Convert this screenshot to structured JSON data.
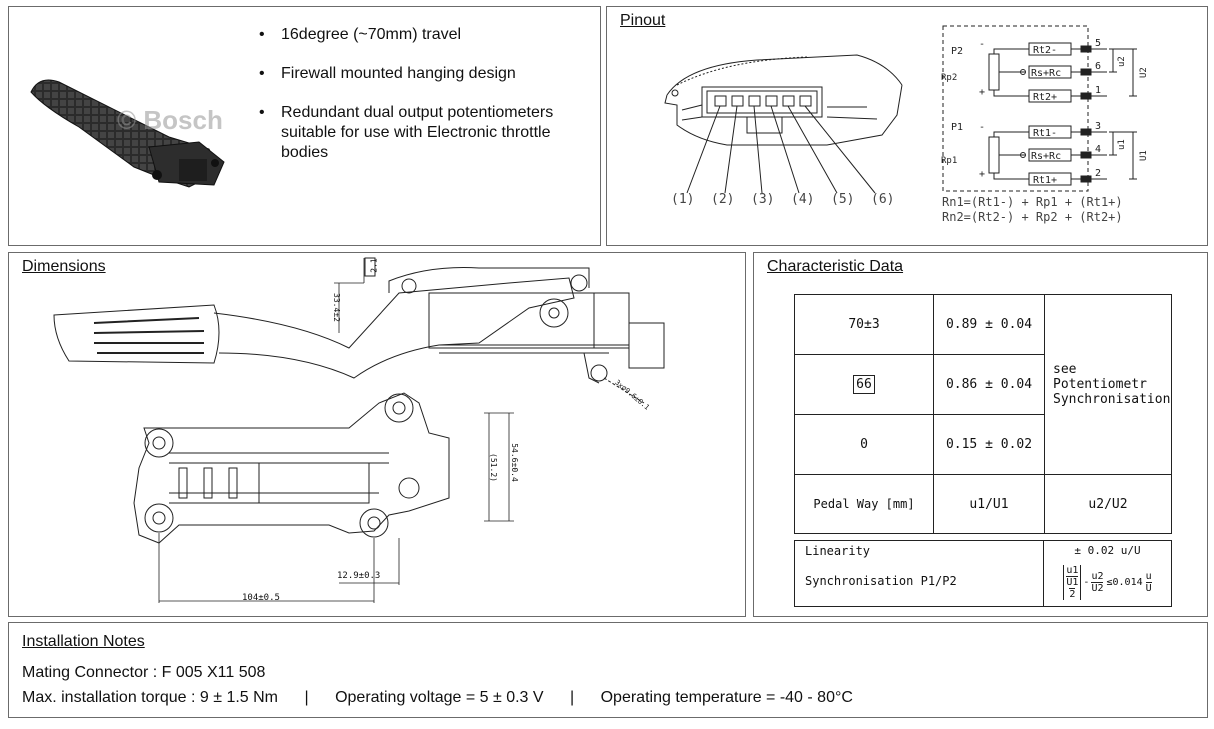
{
  "product": {
    "watermark": "© Bosch",
    "features": [
      "16degree (~70mm) travel",
      "Firewall mounted hanging design",
      "Redundant dual output potentiometers suitable for use with Electronic throttle bodies"
    ]
  },
  "pinout": {
    "title": "Pinout",
    "pins": [
      "(1)",
      "(2)",
      "(3)",
      "(4)",
      "(5)",
      "(6)"
    ],
    "circuit": {
      "p2_label": "P2",
      "p1_label": "P1",
      "rp2_label": "Rp2",
      "rp1_label": "Rp1",
      "resistors_p2": [
        "Rt2-",
        "Rs+Rc",
        "Rt2+"
      ],
      "resistors_p1": [
        "Rt1-",
        "Rs+Rc",
        "Rt1+"
      ],
      "pins_p2": [
        "5",
        "6",
        "1"
      ],
      "pins_p1": [
        "3",
        "4",
        "2"
      ],
      "u2": "u2",
      "U2": "U2",
      "u1": "u1",
      "U1": "U1",
      "minus": "-",
      "plus": "+"
    },
    "formula_1": "Rn1=(Rt1-) + Rp1 + (Rt1+)",
    "formula_2": "Rn2=(Rt2-) + Rp2 + (Rt2+)"
  },
  "dimensions": {
    "title": "Dimensions",
    "labels": {
      "d21": "2.1",
      "d334": "33.4±2",
      "d546": "54.6±0.4",
      "d512": "(51.2)",
      "d129": "12.9±0.3",
      "d104": "104±0.5",
      "dhole": "3x⌀9.6±0.1"
    }
  },
  "characteristic": {
    "title": "Characteristic Data",
    "rows": [
      {
        "way": "70±3",
        "value": "0.89 ± 0.04"
      },
      {
        "way": "66",
        "value": "0.86 ± 0.04"
      },
      {
        "way": "0",
        "value": "0.15 ± 0.02"
      }
    ],
    "sync_note_1": "see Potentiometr",
    "sync_note_2": "Synchronisation",
    "header_way": "Pedal Way [mm]",
    "header_u1": "u1/U1",
    "header_u2": "u2/U2",
    "linearity_label": "Linearity",
    "linearity_value": "± 0.02 u/U",
    "sync_label": "Synchronisation P1/P2",
    "sync_formula": {
      "u1": "u1",
      "U1": "U1",
      "u2": "u2",
      "U2": "U2",
      "two": "2",
      "minus": "-",
      "limit": "≤0.014",
      "u": "u",
      "U": "U"
    }
  },
  "installation": {
    "title": "Installation Notes",
    "mating_connector": "Mating Connector :  F 005 X11 508",
    "torque": "Max. installation torque : 9 ± 1.5 Nm",
    "voltage": "Operating voltage = 5 ± 0.3 V",
    "temperature": "Operating temperature = -40 - 80°C",
    "separator": "|"
  }
}
